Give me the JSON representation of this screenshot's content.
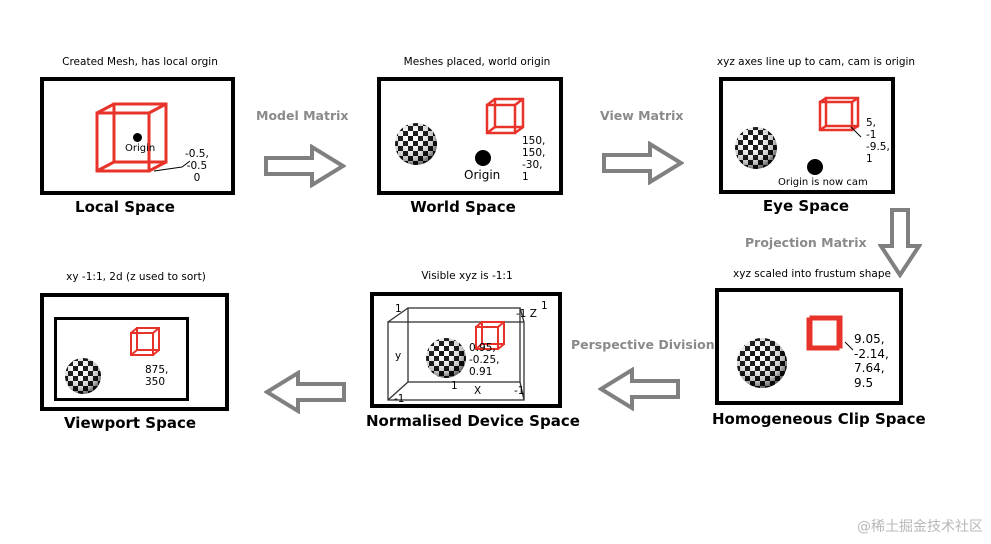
{
  "panels": {
    "local": {
      "caption": "Created Mesh, has local orgin",
      "title": "Local Space",
      "origin_label": "Origin",
      "corner_value": "-0.5,\n-0.5\n0"
    },
    "world": {
      "caption": "Meshes placed, world origin",
      "title": "World Space",
      "origin_label": "Origin",
      "cube_position": "150,\n150,\n-30,\n1"
    },
    "eye": {
      "caption": "xyz axes line up to cam, cam is origin",
      "title": "Eye Space",
      "origin_label": "Origin is now cam",
      "cube_position": "5,\n-1\n-9.5,\n1"
    },
    "clip": {
      "caption": "xyz scaled into frustum shape",
      "title": "Homogeneous Clip Space",
      "cube_position": "9.05,\n-2.14,\n7.64,\n9.5"
    },
    "ndc": {
      "caption": "Visible xyz is -1:1",
      "title": "Normalised Device Space",
      "cube_position": "0.95,\n-0.25,\n0.91",
      "axis_y": "y",
      "axis_x": "X",
      "axis_z": "-1 Z",
      "tick_top_left": "1",
      "tick_bottom_left": "-1",
      "tick_bottom_mid": "1",
      "tick_bottom_right": "-1",
      "tick_top_right": "1"
    },
    "viewport": {
      "caption": "xy -1:1, 2d (z used to sort)",
      "title": "Viewport Space",
      "cube_position": "875,\n350"
    }
  },
  "arrows": {
    "model": "Model Matrix",
    "view": "View Matrix",
    "projection": "Projection Matrix",
    "perspective": "Perspective Division"
  },
  "watermark": "@稀土掘金技术社区",
  "colors": {
    "cube": "#e8332a",
    "frame": "#000000",
    "arrow_label": "#8a8a8a",
    "arrow_outline": "#808080"
  },
  "icons": {
    "arrow": "hollow-arrow-icon",
    "sphere": "checkered-sphere-icon",
    "cube": "wireframe-cube-icon"
  }
}
